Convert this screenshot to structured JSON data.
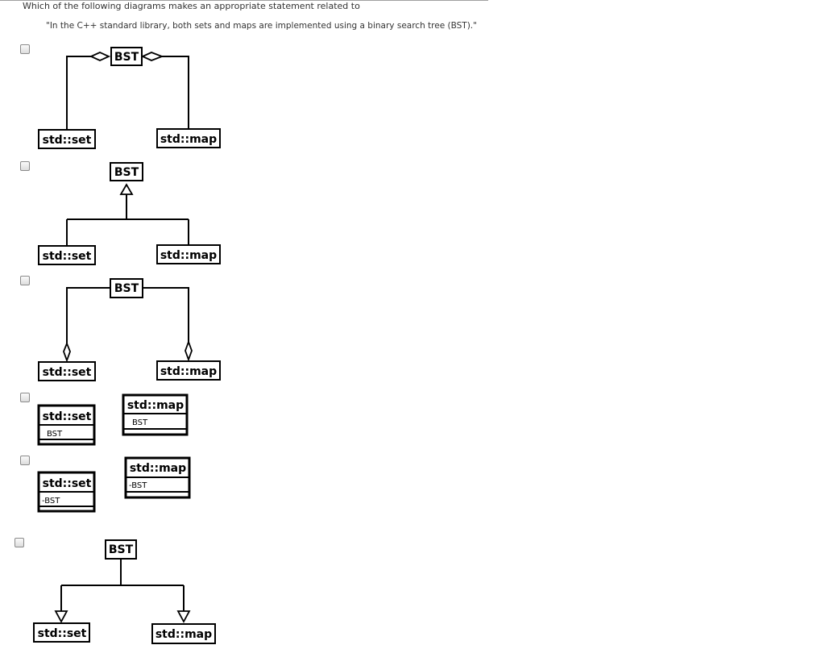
{
  "question": "Which of the following diagrams makes an appropriate statement related to",
  "statement": "\"In the C++ standard library, both sets and maps are implemented using a binary search tree (BST).\"",
  "classes": {
    "bst": "BST",
    "set": "std::set",
    "map": "std::map"
  },
  "attributes": {
    "plain": "BST",
    "private": "-BST"
  },
  "options": [
    {
      "id": "a",
      "relation": "aggregation-diamonds-at-BST",
      "checked": false
    },
    {
      "id": "b",
      "relation": "generalization-to-BST",
      "checked": false
    },
    {
      "id": "c",
      "relation": "aggregation-diamonds-at-set-and-map",
      "checked": false
    },
    {
      "id": "d",
      "relation": "attribute-BST",
      "checked": false
    },
    {
      "id": "e",
      "relation": "private-attribute-BST",
      "checked": false
    },
    {
      "id": "f",
      "relation": "generalization-to-set-and-map",
      "checked": false
    }
  ]
}
